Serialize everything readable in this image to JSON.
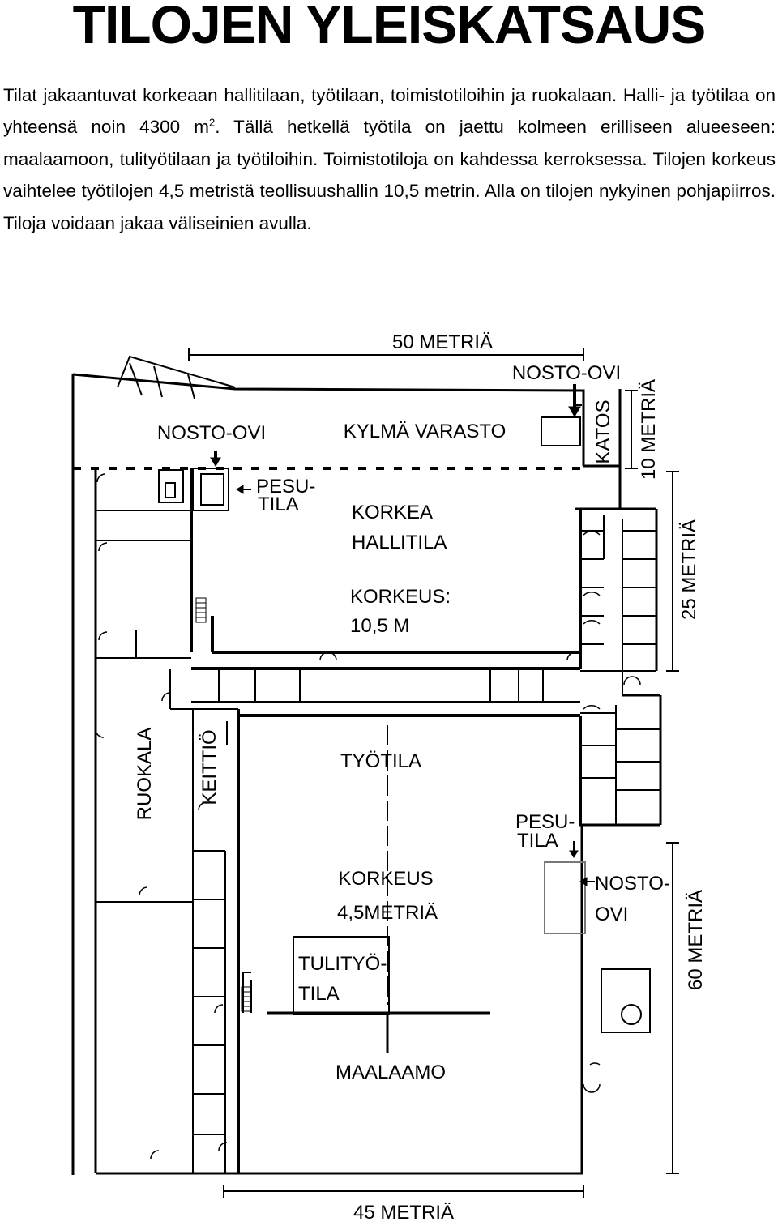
{
  "title": "TILOJEN YLEISKATSAUS",
  "intro": {
    "part1": "Tilat jakaantuvat korkeaan hallitilaan, työtilaan, toimistotiloihin ja ruokalaan. Halli- ja työtilaa on yhteensä noin 4300 m",
    "sup": "2",
    "part2": ". Tällä hetkellä työtila on jaettu kolmeen erilliseen alueeseen: maalaamoon, tulityötilaan ja työtiloihin. Toimistotiloja on kahdessa kerroksessa. Tilojen korkeus vaihtelee työtilojen 4,5 metristä teollisuushallin 10,5 metrin. Alla on tilojen nykyinen pohjapiirros. Tiloja voidaan jakaa väliseinien avulla."
  },
  "floorplan": {
    "dimensions": {
      "top": "50 METRIÄ",
      "bottom": "45 METRIÄ",
      "right_top": "10 METRIÄ",
      "right_middle": "25 METRIÄ",
      "right_bottom": "60 METRIÄ"
    },
    "labels": {
      "nosto_ovi_top": "NOSTO-OVI",
      "nosto_ovi_left": "NOSTO-OVI",
      "kylma_varasto": "KYLMÄ VARASTO",
      "katos": "KATOS",
      "pesu_top_1": "PESU-",
      "pesu_top_2": "TILA",
      "korkea_1": "KORKEA",
      "korkea_2": "HALLITILA",
      "korkeus_1": "KORKEUS:",
      "korkeus_2": "10,5 M",
      "ruokala": "RUOKALA",
      "keittio": "KEITTIÖ",
      "tyotila": "TYÖTILA",
      "pesu_right_1": "PESU-",
      "pesu_right_2": "TILA",
      "korkeus45_1": "KORKEUS",
      "korkeus45_2": "4,5METRIÄ",
      "nosto_right_1": "NOSTO-",
      "nosto_right_2": "OVI",
      "tulityo_1": "TULITYÖ-",
      "tulityo_2": "TILA",
      "maalaamo": "MAALAAMO"
    }
  }
}
